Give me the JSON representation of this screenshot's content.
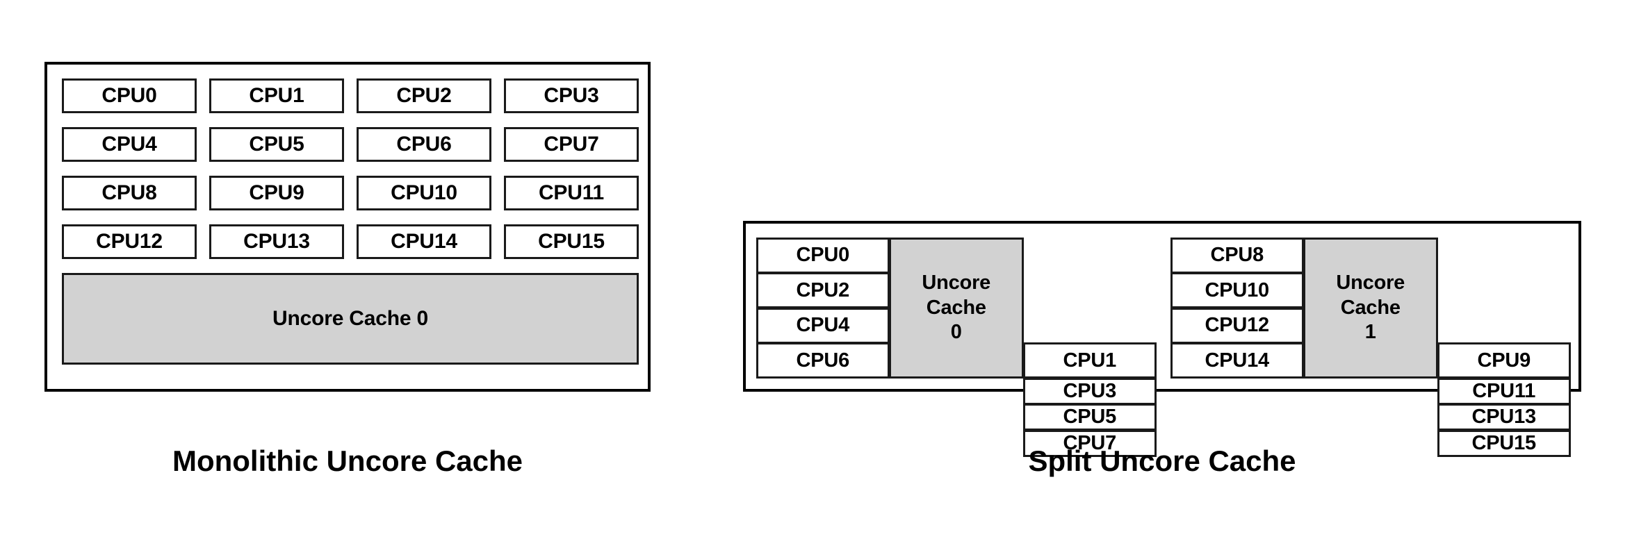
{
  "figure": {
    "background_color": "#ffffff",
    "cache_fill_color": "#d2d2d2",
    "border_color": "#000000"
  },
  "monolithic": {
    "caption": "Monolithic Uncore Cache",
    "cpus": [
      "CPU0",
      "CPU1",
      "CPU2",
      "CPU3",
      "CPU4",
      "CPU5",
      "CPU6",
      "CPU7",
      "CPU8",
      "CPU9",
      "CPU10",
      "CPU11",
      "CPU12",
      "CPU13",
      "CPU14",
      "CPU15"
    ],
    "cache_label": "Uncore Cache 0"
  },
  "split": {
    "caption": "Split Uncore Cache",
    "groups": [
      {
        "left_column": [
          "CPU0",
          "CPU2",
          "CPU4",
          "CPU6"
        ],
        "cache_line_1": "Uncore",
        "cache_line_2": "Cache",
        "cache_line_3": "0",
        "right_column": [
          "CPU1",
          "CPU3",
          "CPU5",
          "CPU7"
        ]
      },
      {
        "left_column": [
          "CPU8",
          "CPU10",
          "CPU12",
          "CPU14"
        ],
        "cache_line_1": "Uncore",
        "cache_line_2": "Cache",
        "cache_line_3": "1",
        "right_column": [
          "CPU9",
          "CPU11",
          "CPU13",
          "CPU15"
        ]
      }
    ]
  }
}
